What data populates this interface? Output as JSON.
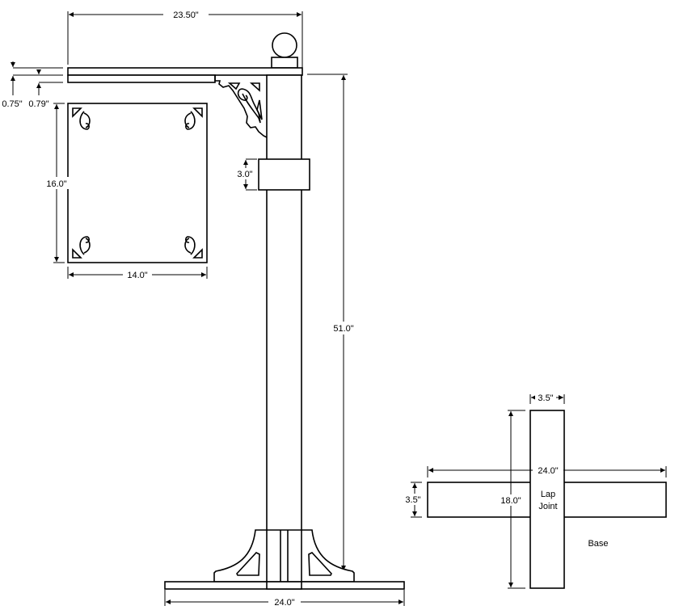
{
  "drawing": {
    "side_view": {
      "arm_length": "23.50\"",
      "arm_thickness": "0.75\"",
      "arm_lower_thickness": "0.79\"",
      "sign_height": "16.0\"",
      "sign_width": "14.0\"",
      "collar_height": "3.0\"",
      "post_height": "51.0\"",
      "base_length": "24.0\""
    },
    "base_plan": {
      "title": "Base",
      "board_width_top": "3.5\"",
      "long_board_length": "24.0\"",
      "board_width_side": "3.5\"",
      "short_board_length": "18.0\"",
      "joint_label_line1": "Lap",
      "joint_label_line2": "Joint"
    }
  }
}
